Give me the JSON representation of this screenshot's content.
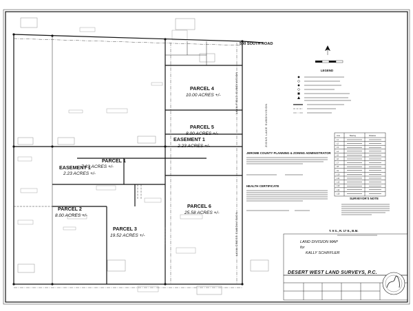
{
  "map": {
    "road_name": "500 SOUTH ROAD",
    "vertical_road_left": "LAVA FIELD SUBDIVISION",
    "vertical_road_mid": "ZIONS LAKE SUBDIVISION",
    "vertical_road_right": "LAVA CREST SUBDIVISION"
  },
  "parcels": [
    {
      "name": "PARCEL 4",
      "acres": "10.00 ACRES +/-"
    },
    {
      "name": "PARCEL 5",
      "acres": "8.00 ACRES +/-"
    },
    {
      "name": "EASEMENT 1",
      "acres": "2.23 ACRES +/-"
    },
    {
      "name": "PARCEL 1",
      "acres": "7.23 ACRES +/-"
    },
    {
      "name": "EASEMENT 1",
      "acres": "2.23 ACRES +/-"
    },
    {
      "name": "PARCEL 2",
      "acres": "8.00 ACRES +/-"
    },
    {
      "name": "PARCEL 3",
      "acres": "19.52 ACRES +/-"
    },
    {
      "name": "PARCEL 6",
      "acres": "25.58 ACRES +/-"
    }
  ],
  "sections": {
    "legend_title": "LEGEND",
    "jerome_heading": "JEROME COUNTY PLANNING & ZONING ADMINISTRATOR",
    "health_heading": "HEALTH CERTIFICATE",
    "surveyor_heading": "SURVEYOR'S NOTE",
    "township": "T. 9 S., R. 17 E., B.M."
  },
  "title_block": {
    "line1": "LAND DIVISION MAP",
    "line2": "for",
    "line3": "KALLY SCHIFFLER",
    "company": "DESERT WEST LAND SURVEYS, P.C."
  },
  "table": {
    "headers": [
      "Line",
      "Bearing",
      "Distance"
    ],
    "rows": [
      [
        "L1",
        "",
        ""
      ],
      [
        "L2",
        "",
        ""
      ],
      [
        "L3",
        "",
        ""
      ],
      [
        "L4",
        "",
        ""
      ],
      [
        "L5",
        "",
        ""
      ],
      [
        "L6",
        "",
        ""
      ],
      [
        "L7",
        "",
        ""
      ],
      [
        "L8",
        "",
        ""
      ],
      [
        "L9",
        "",
        ""
      ],
      [
        "L10",
        "",
        ""
      ],
      [
        "L11",
        "",
        ""
      ],
      [
        "L12",
        "",
        ""
      ],
      [
        "L13",
        "",
        ""
      ],
      [
        "L14",
        "",
        ""
      ],
      [
        "L15",
        "",
        ""
      ]
    ]
  }
}
